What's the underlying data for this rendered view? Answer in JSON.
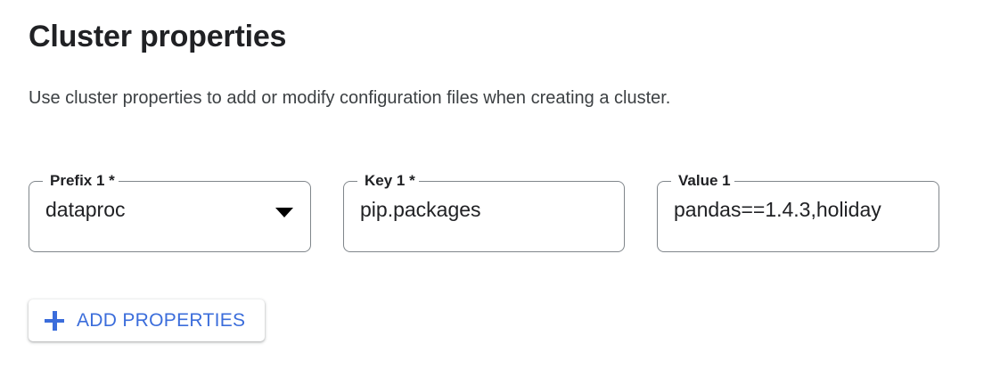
{
  "header": {
    "title": "Cluster properties",
    "description": "Use cluster properties to add or modify configuration files when creating a cluster."
  },
  "colors": {
    "accent_blue": "#3b6ddb",
    "text_primary": "#202124",
    "text_secondary": "#3c4043",
    "field_outline": "#80868b",
    "background": "#ffffff"
  },
  "fields": [
    {
      "name": "prefix",
      "label": "Prefix 1 *",
      "value": "dataproc",
      "type": "select",
      "required": true,
      "icon": "chevron-down-icon"
    },
    {
      "name": "key",
      "label": "Key 1 *",
      "value": "pip.packages",
      "type": "text",
      "required": true
    },
    {
      "name": "value",
      "label": "Value 1",
      "value": "pandas==1.4.3,holiday",
      "type": "text",
      "required": false
    }
  ],
  "actions": {
    "add_properties": {
      "label": "ADD PROPERTIES",
      "icon": "plus-icon"
    }
  }
}
